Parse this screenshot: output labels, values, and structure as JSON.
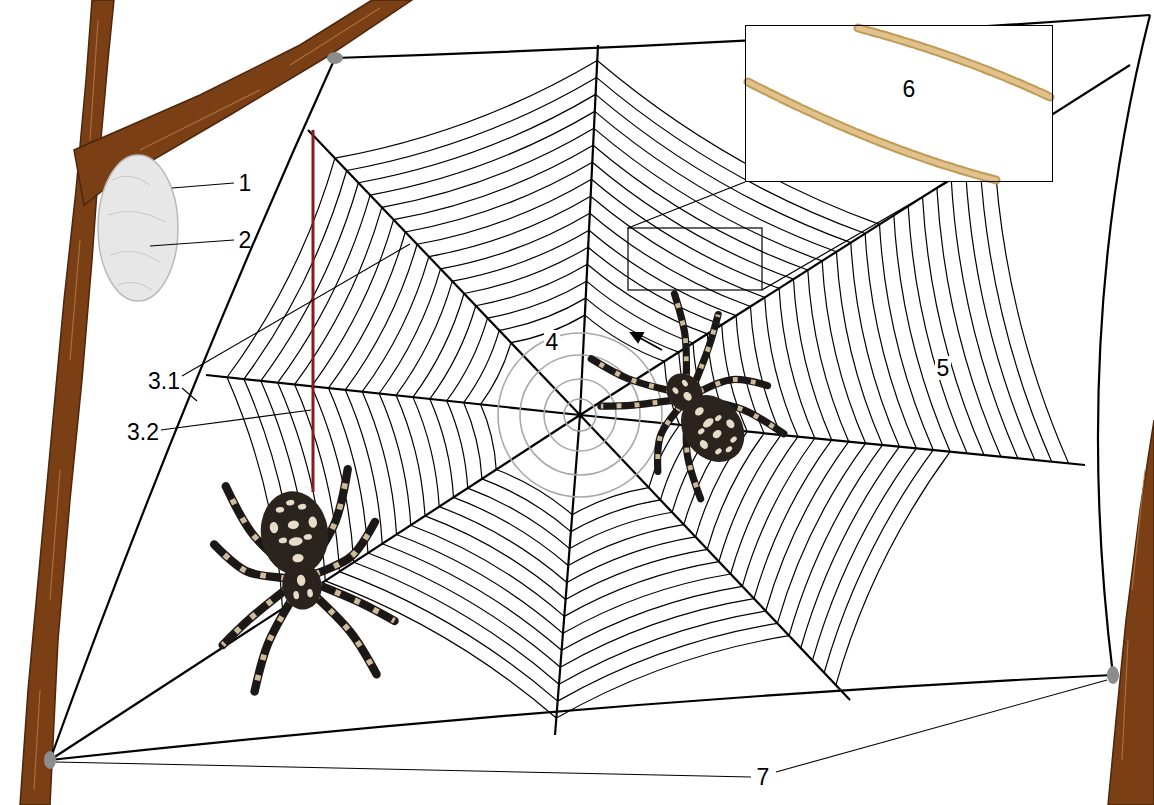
{
  "diagram": {
    "nodes": [
      {
        "text": [
          "6"
        ]
      }
    ],
    "labels": [
      "1",
      "2",
      "3.1",
      "3.2",
      "4",
      "5",
      "7"
    ]
  }
}
